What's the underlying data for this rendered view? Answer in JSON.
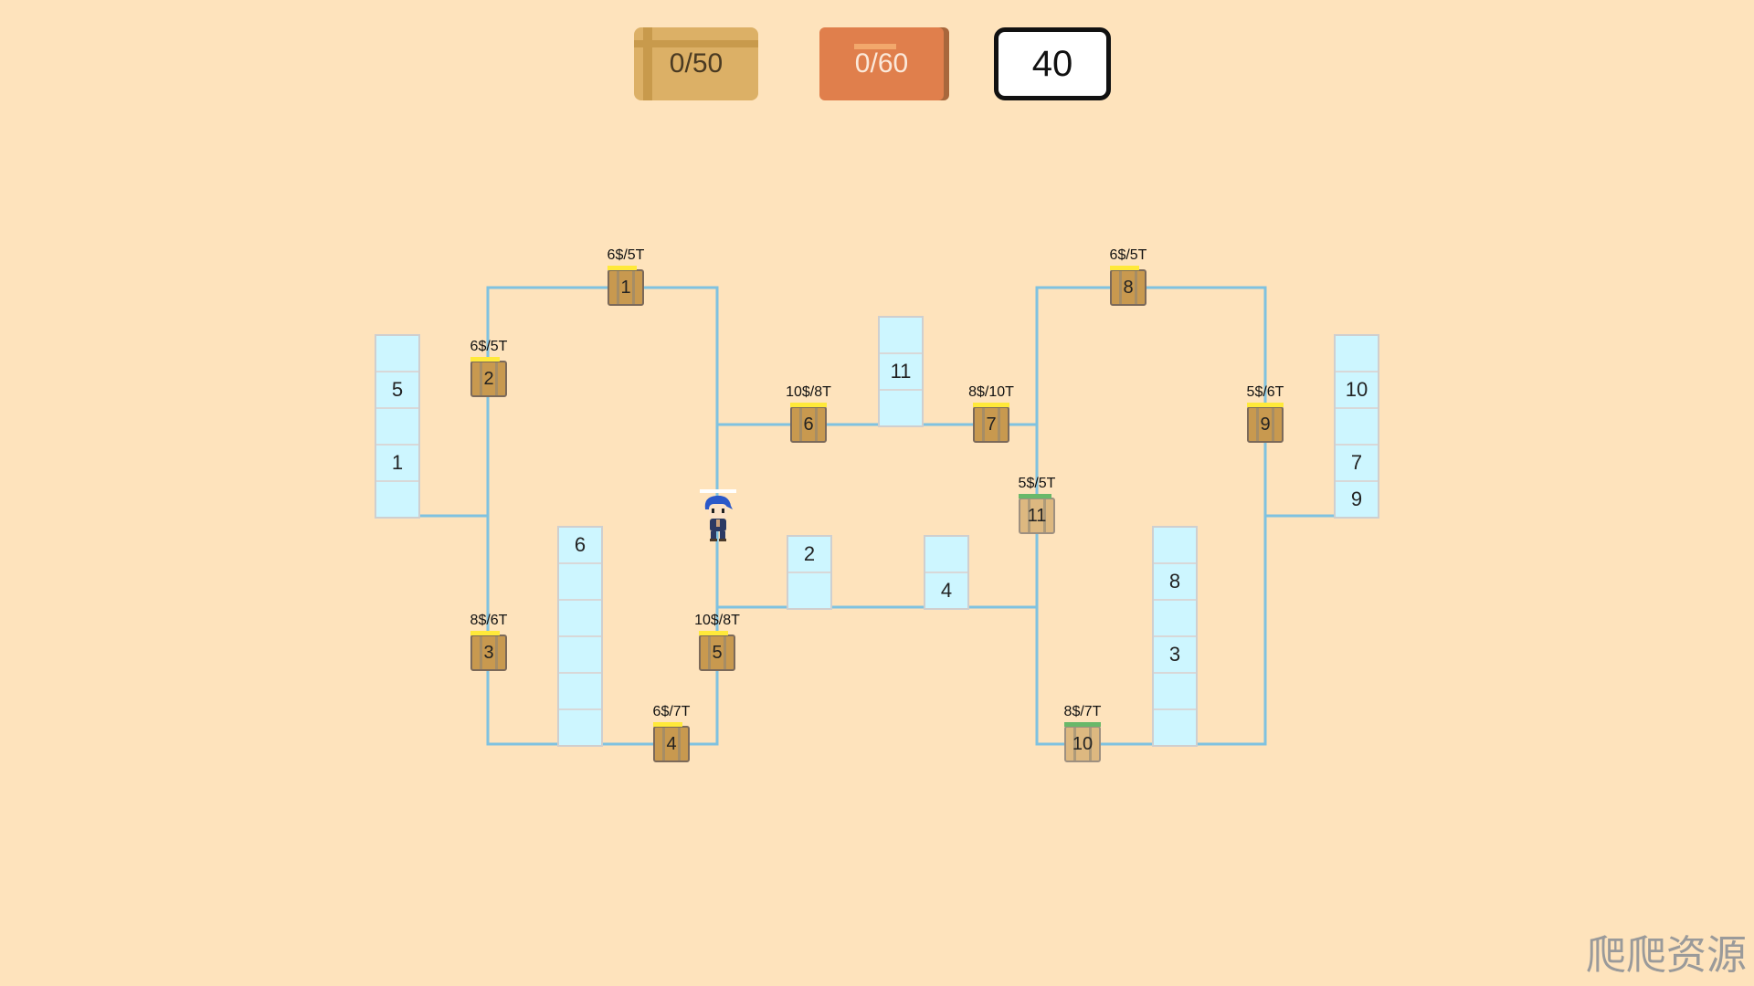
{
  "hud": {
    "boxes_count": "0/50",
    "orange_count": "0/60",
    "timer": "40",
    "accent_box": "#dcb066",
    "accent_orange": "#e07f4c"
  },
  "track_color": "#7fc2e0",
  "shelves": [
    {
      "id": "shelf-a",
      "cells": [
        "",
        "5",
        "",
        "1",
        ""
      ]
    },
    {
      "id": "shelf-b",
      "cells": [
        "6",
        "",
        "",
        "",
        "",
        ""
      ]
    },
    {
      "id": "shelf-c",
      "cells": [
        "",
        "11",
        ""
      ]
    },
    {
      "id": "shelf-d",
      "cells": [
        "2",
        ""
      ]
    },
    {
      "id": "shelf-e",
      "cells": [
        "",
        "4"
      ]
    },
    {
      "id": "shelf-f",
      "cells": [
        "",
        "8",
        "",
        "3",
        "",
        ""
      ]
    },
    {
      "id": "shelf-g",
      "cells": [
        "",
        "10",
        "",
        "7",
        "9"
      ]
    }
  ],
  "boxes": [
    {
      "num": "1",
      "price": "6$/5T",
      "meter": 0.8
    },
    {
      "num": "2",
      "price": "6$/5T",
      "meter": 0.8
    },
    {
      "num": "3",
      "price": "8$/6T",
      "meter": 0.8
    },
    {
      "num": "4",
      "price": "6$/7T",
      "meter": 0.8
    },
    {
      "num": "5",
      "price": "10$/8T",
      "meter": 0.8
    },
    {
      "num": "6",
      "price": "10$/8T",
      "meter": 1.0
    },
    {
      "num": "7",
      "price": "8$/10T",
      "meter": 1.0
    },
    {
      "num": "8",
      "price": "6$/5T",
      "meter": 0.8
    },
    {
      "num": "9",
      "price": "5$/6T",
      "meter": 1.0
    },
    {
      "num": "10",
      "price": "8$/7T",
      "meter": 1.0
    },
    {
      "num": "11",
      "price": "5$/5T",
      "meter": 0.9
    }
  ],
  "player": {
    "icon": "player-character-icon"
  },
  "watermark": "爬爬资源"
}
